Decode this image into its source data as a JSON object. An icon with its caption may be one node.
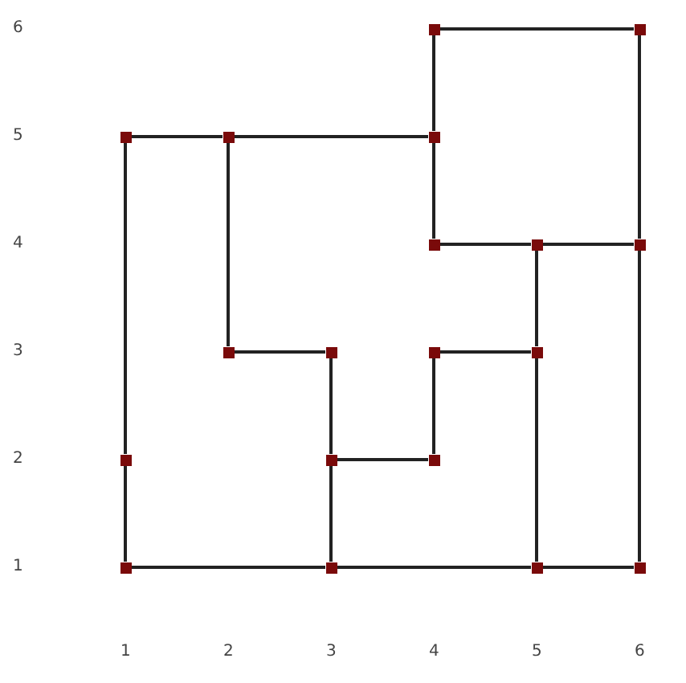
{
  "diagram": {
    "nodes": [
      {
        "text": [],
        "shape": "box"
      },
      {
        "text": [],
        "shape": "box"
      },
      {
        "text": [],
        "shape": "box"
      },
      {
        "text": [],
        "shape": "box"
      },
      {
        "text": [],
        "shape": "box"
      },
      {
        "text": [],
        "shape": "box"
      },
      {
        "text": [],
        "shape": "box"
      },
      {
        "text": [],
        "shape": "box"
      },
      {
        "text": [],
        "shape": "box"
      },
      {
        "text": [],
        "shape": "box"
      },
      {
        "text": [],
        "shape": "box"
      },
      {
        "text": [],
        "shape": "box"
      },
      {
        "text": [],
        "shape": "box"
      },
      {
        "text": [],
        "shape": "box"
      },
      {
        "text": [],
        "shape": "box"
      },
      {
        "text": [],
        "shape": "box"
      },
      {
        "text": [],
        "shape": "box"
      },
      {
        "text": [],
        "shape": "box"
      },
      {
        "text": [],
        "shape": "box"
      }
    ],
    "edges": [
      {
        "from": 0,
        "to": 1,
        "arrow": "none"
      },
      {
        "from": 0,
        "to": 4,
        "arrow": "none"
      },
      {
        "from": 1,
        "to": 7,
        "arrow": "none"
      },
      {
        "from": 2,
        "to": 3,
        "arrow": "none"
      },
      {
        "from": 3,
        "to": 4,
        "arrow": "none"
      },
      {
        "from": 4,
        "to": 5,
        "arrow": "none"
      },
      {
        "from": 5,
        "to": 6,
        "arrow": "none"
      },
      {
        "from": 6,
        "to": 7,
        "arrow": "none"
      },
      {
        "from": 3,
        "to": 8,
        "arrow": "none"
      },
      {
        "from": 8,
        "to": 9,
        "arrow": "none"
      },
      {
        "from": 9,
        "to": 13,
        "arrow": "none"
      },
      {
        "from": 13,
        "to": 14,
        "arrow": "none"
      },
      {
        "from": 14,
        "to": 10,
        "arrow": "none"
      },
      {
        "from": 10,
        "to": 11,
        "arrow": "none"
      },
      {
        "from": 6,
        "to": 11,
        "arrow": "none"
      },
      {
        "from": 11,
        "to": 17,
        "arrow": "none"
      },
      {
        "from": 13,
        "to": 16,
        "arrow": "none"
      },
      {
        "from": 2,
        "to": 12,
        "arrow": "none"
      },
      {
        "from": 12,
        "to": 15,
        "arrow": "none"
      },
      {
        "from": 15,
        "to": 16,
        "arrow": "none"
      },
      {
        "from": 16,
        "to": 17,
        "arrow": "none"
      },
      {
        "from": 17,
        "to": 18,
        "arrow": "none"
      },
      {
        "from": 7,
        "to": 18,
        "arrow": "none"
      }
    ],
    "labels": [
      "6",
      "5",
      "4",
      "3",
      "2",
      "1",
      "1",
      "2",
      "3",
      "4",
      "5",
      "6"
    ]
  }
}
